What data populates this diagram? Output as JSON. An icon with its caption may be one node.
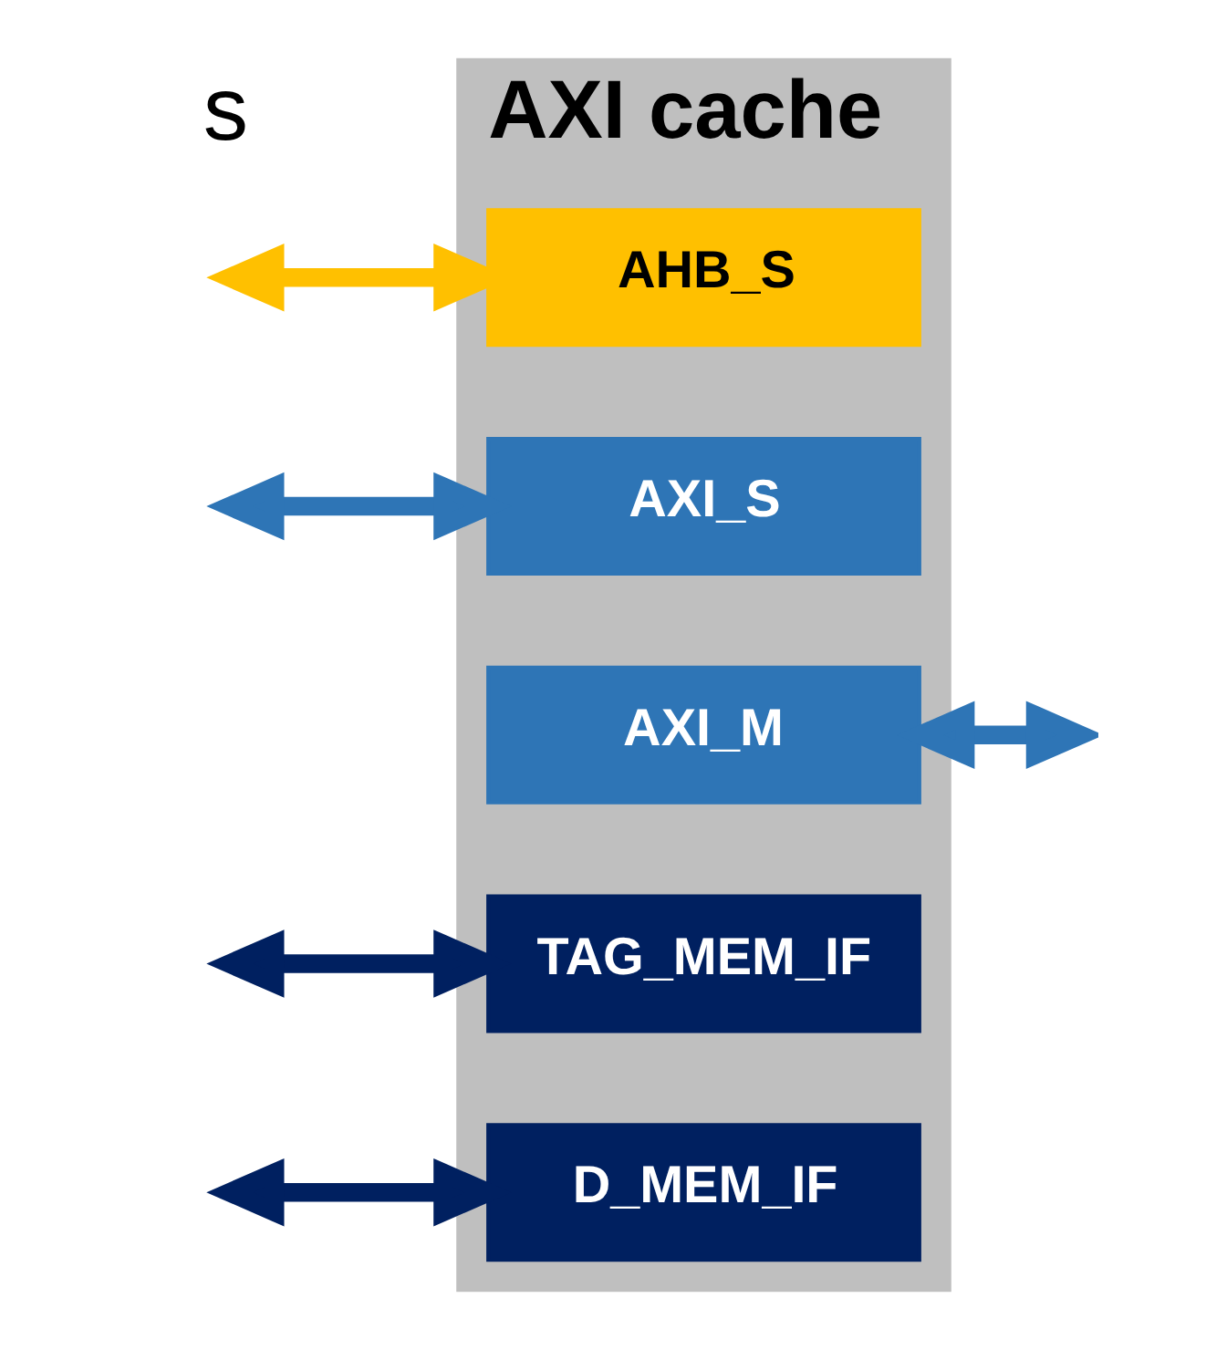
{
  "diagram": {
    "nodes": [
      {
        "text": [
          "AXI cache"
        ]
      },
      {
        "text": [
          "AHB_S"
        ],
        "in": 0
      },
      {
        "text": [
          "AXI_S"
        ],
        "in": 0
      },
      {
        "text": [
          "AXI_M"
        ],
        "in": 0
      },
      {
        "text": [
          "TAG_MEM_IF"
        ],
        "in": 0
      },
      {
        "text": [
          "D_MEM_IF"
        ],
        "in": 0
      }
    ],
    "edges": [
      {
        "from": null,
        "to": 1,
        "arrow": "both",
        "color": "#ffc000"
      },
      {
        "from": null,
        "to": 2,
        "arrow": "both",
        "color": "#2e75b6"
      },
      {
        "from": null,
        "to": 3,
        "arrow": "both",
        "color": "#2e75b6"
      },
      {
        "from": null,
        "to": 4,
        "arrow": "both",
        "color": "#002060"
      },
      {
        "from": null,
        "to": 5,
        "arrow": "both",
        "color": "#002060"
      }
    ],
    "labels": [
      "s"
    ]
  }
}
